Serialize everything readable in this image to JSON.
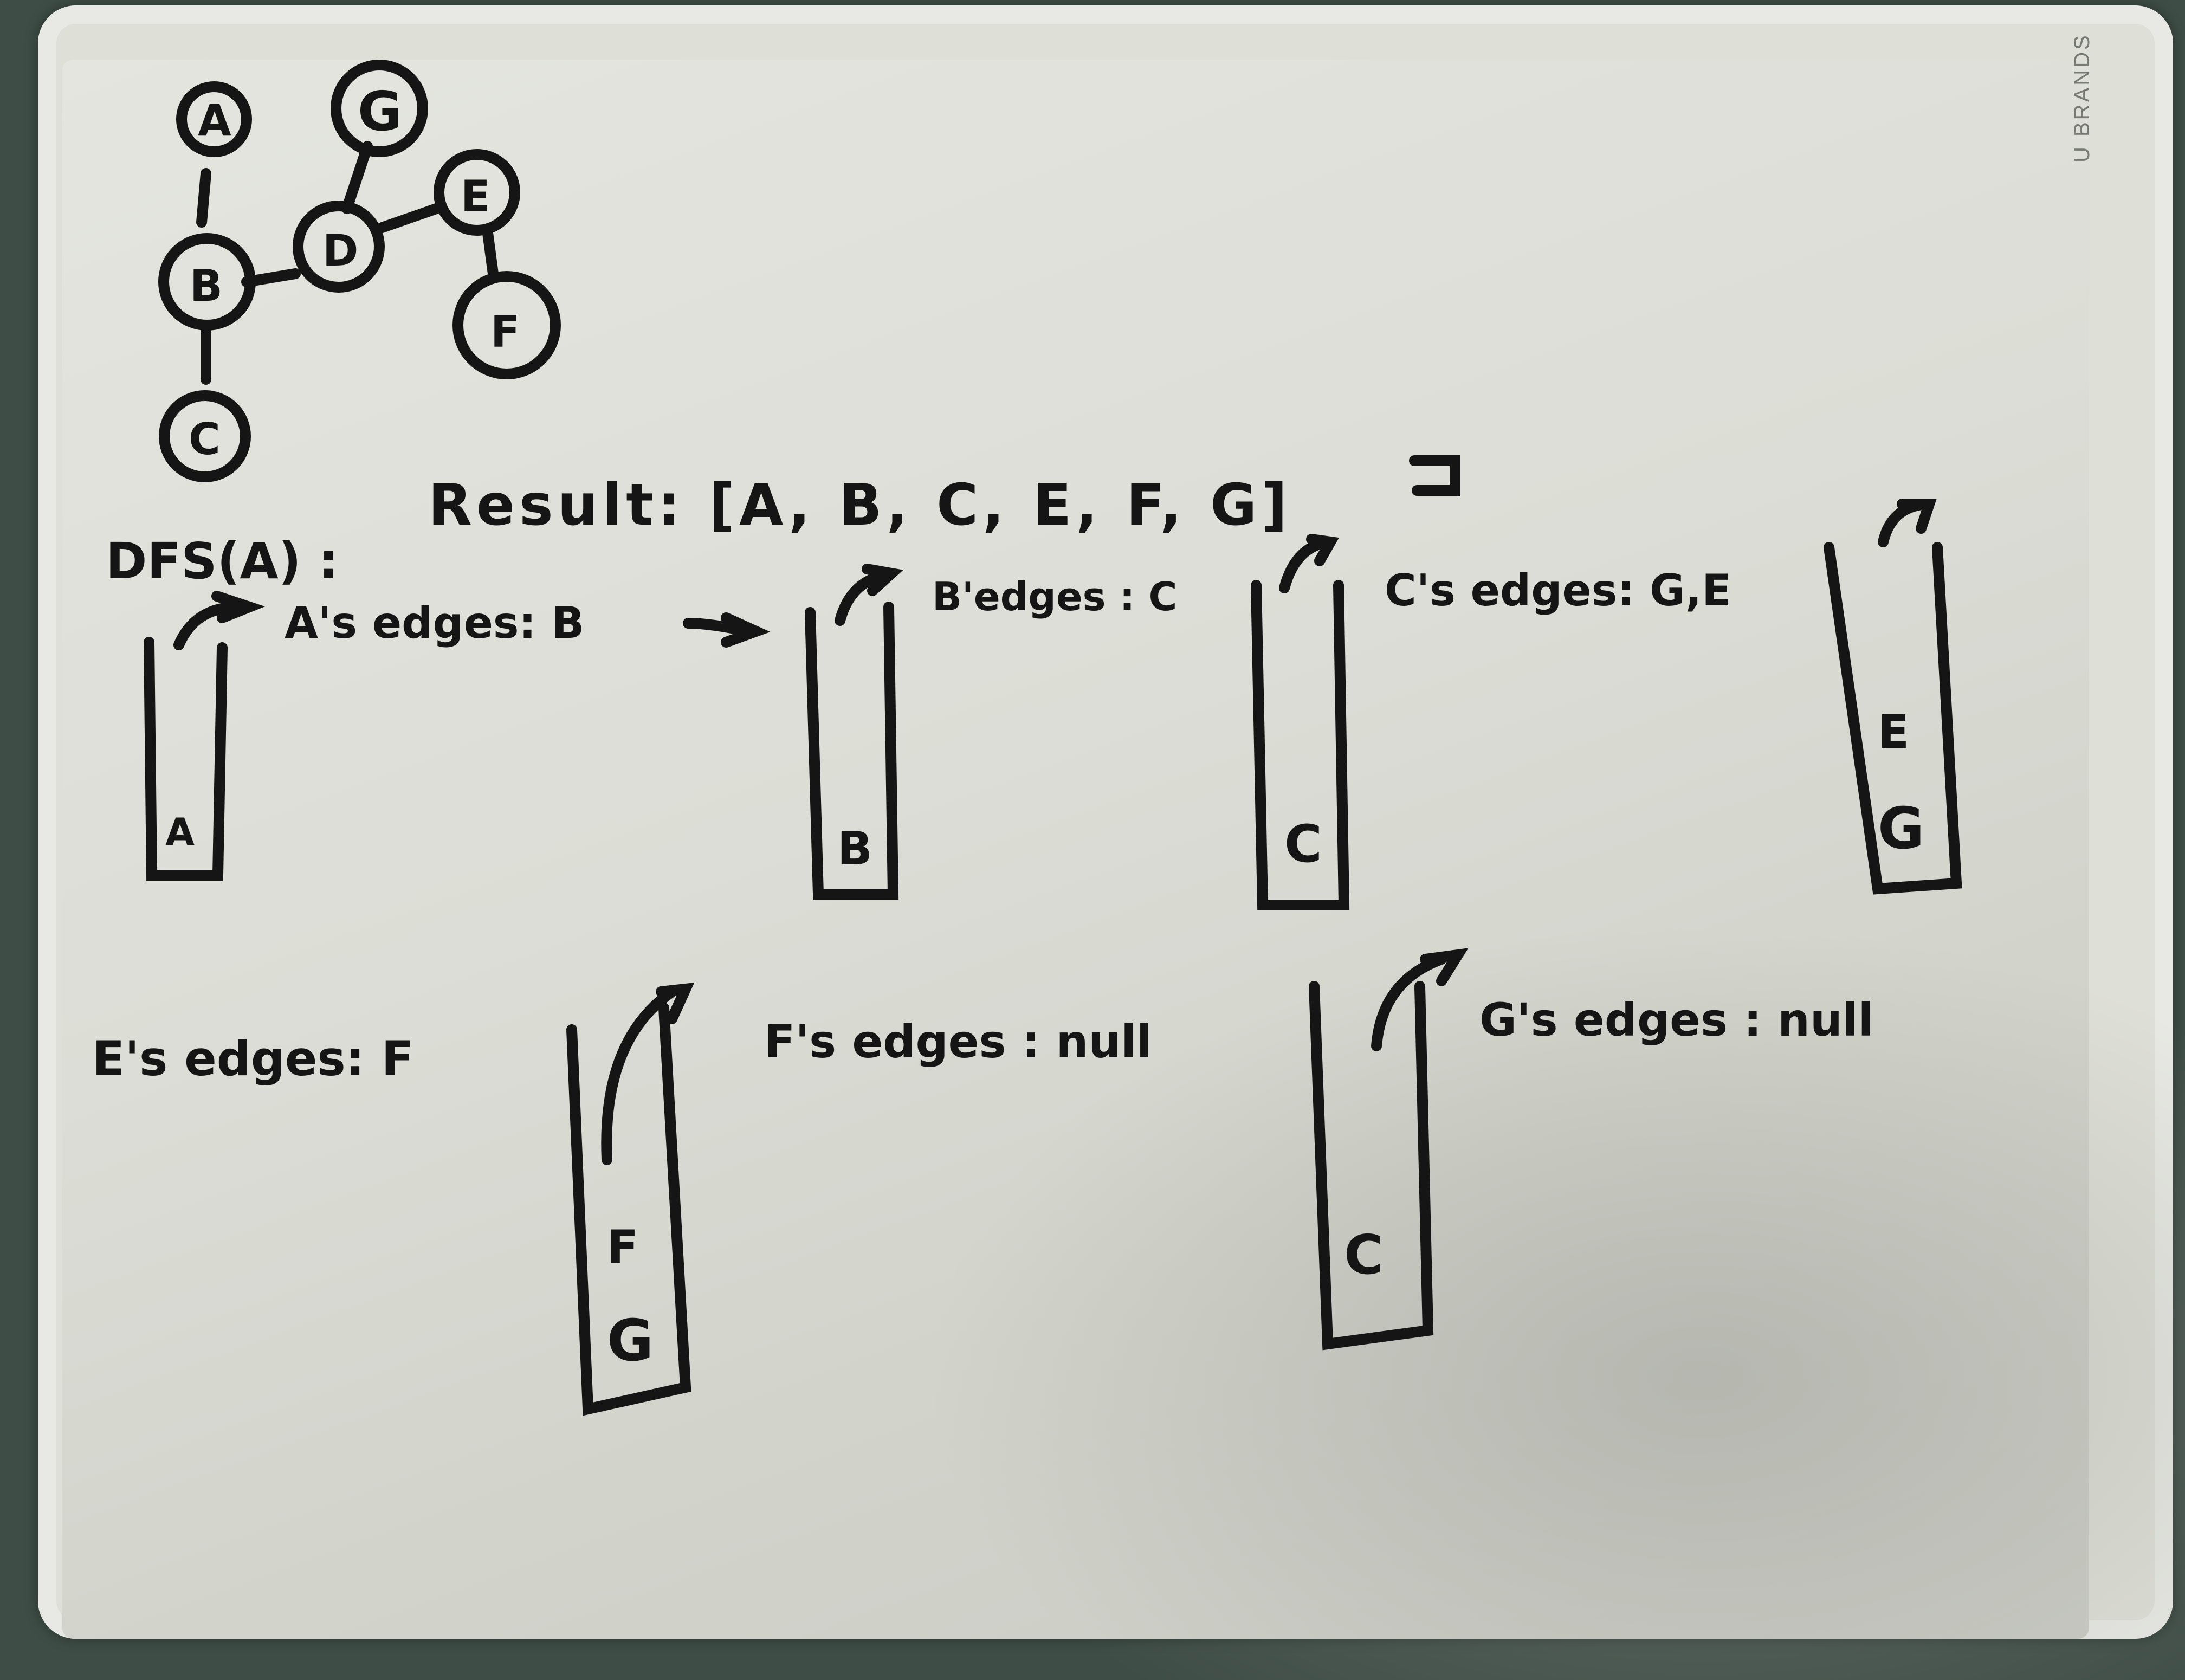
{
  "brand": "U BRANDS",
  "graph": {
    "nodes": [
      {
        "id": "A",
        "label": "A"
      },
      {
        "id": "G",
        "label": "G"
      },
      {
        "id": "E",
        "label": "E"
      },
      {
        "id": "B",
        "label": "B"
      },
      {
        "id": "D",
        "label": "D"
      },
      {
        "id": "F",
        "label": "F"
      },
      {
        "id": "C",
        "label": "C"
      }
    ]
  },
  "dfs_line": {
    "call": "DFS(A) :",
    "result": "Result: [A, B, C, E, F, G]"
  },
  "annotations": {
    "a_edges": "A's edges: B",
    "b_edges": "B'edges : C",
    "c_edges": "C's edges: G,E",
    "e_edges": "E's edges: F",
    "f_edges": "F's edges : null",
    "g_edges": "G's edges : null"
  },
  "stacks": [
    {
      "items": [
        "A"
      ]
    },
    {
      "items": [
        "B"
      ]
    },
    {
      "items": [
        "C"
      ]
    },
    {
      "items": [
        "E",
        "G"
      ]
    },
    {
      "items": [
        "F",
        "G"
      ]
    },
    {
      "items": [
        "C"
      ]
    }
  ]
}
